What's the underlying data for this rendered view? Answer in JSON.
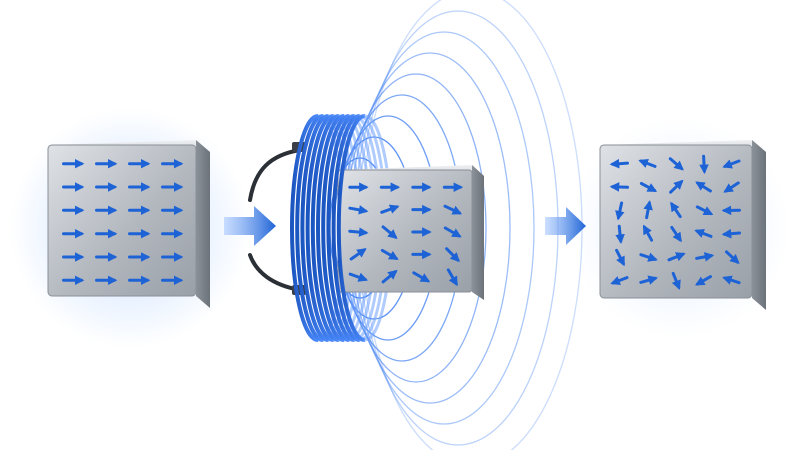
{
  "colors": {
    "background": "#ffffff",
    "arrow": "#1e63d6",
    "arrow_dark": "#0f3f9e",
    "coil": "#1f5fd0",
    "coil_light": "#6fa3ff",
    "metal_light": "#d7dade",
    "metal_mid": "#aeb3ba",
    "metal_dark": "#7c828a",
    "field_line": "#3a7bf0",
    "cable": "#2b2f36",
    "glow": "#9cc4ff"
  },
  "panels": [
    {
      "id": "magnetized-block",
      "state": "aligned",
      "grid": {
        "rows": 6,
        "cols": 4
      }
    },
    {
      "id": "block-in-coil",
      "state": "partially-disordered",
      "grid": {
        "rows": 5,
        "cols": 4
      }
    },
    {
      "id": "demagnetized-block",
      "state": "random",
      "grid": {
        "rows": 6,
        "cols": 5
      }
    }
  ],
  "transition_arrows": [
    {
      "id": "step-arrow-1",
      "icon": "arrow-right-icon"
    },
    {
      "id": "step-arrow-2",
      "icon": "arrow-right-icon"
    }
  ],
  "coil": {
    "icon": "electromagnetic-coil-icon",
    "turns": 10
  },
  "field_lines": {
    "icon": "magnetic-field-lines-icon",
    "count": 9
  }
}
